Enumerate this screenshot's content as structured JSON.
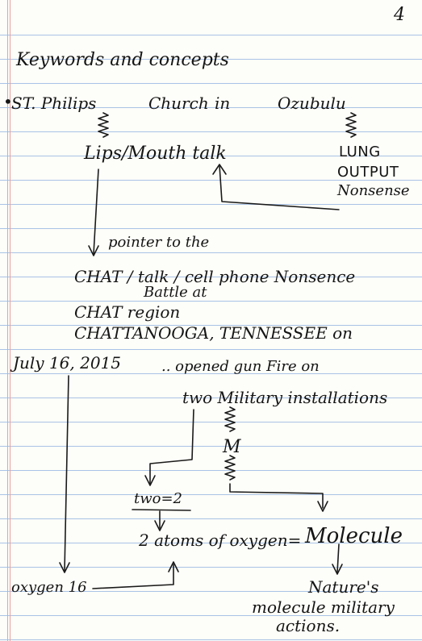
{
  "page_number": "4",
  "heading": "Keywords and concepts",
  "line1": {
    "bullet": "•",
    "part1": "ST. Philips",
    "part2": "Church",
    "part3": "in",
    "part4": "Ozubulu"
  },
  "lips_mouth_talk": "Lips/Mouth talk",
  "lung_output_nonsense": [
    "LUNG",
    "OUTPUT",
    "Nonsense"
  ],
  "pointer_to_the": "pointer to the",
  "chat_line": "CHAT / talk / cell phone Nonsence",
  "battle_at": "Battle at",
  "chat_region": "CHAT   region",
  "chattanooga": "CHATTANOOGA, TENNESSEE on",
  "date": "July 16, 2015",
  "opened_fire": ".. opened gun Fire on",
  "two_military": "two Military installations",
  "m_letter": "M",
  "two_equals": "two=2",
  "atoms_oxygen": "2 atoms of oxygen=",
  "molecule": "Molecule",
  "oxygen16": "oxygen 16",
  "natures": [
    "Nature's",
    "molecule military",
    "actions."
  ]
}
